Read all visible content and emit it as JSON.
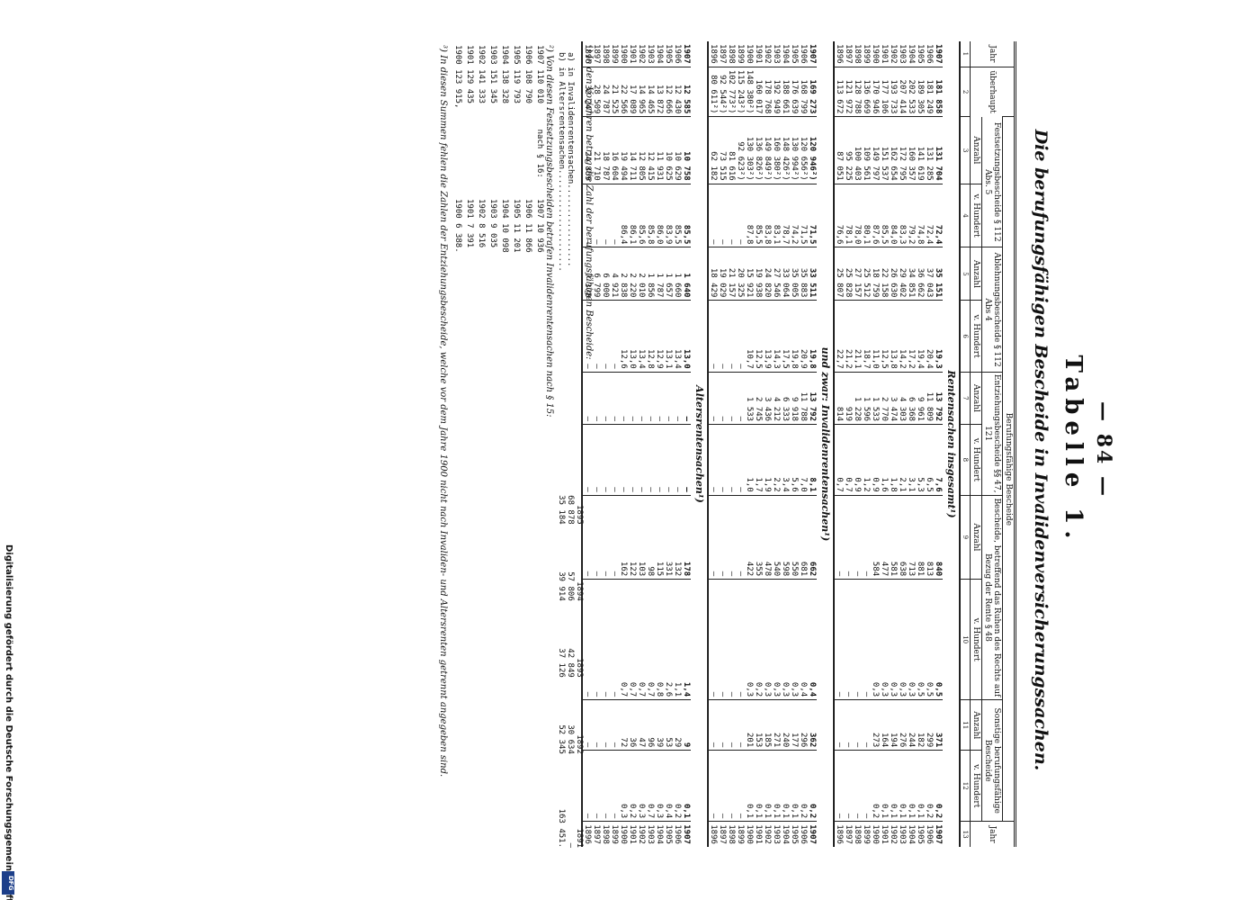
{
  "page_number": "— 84 —",
  "table_title": "Tabelle 1.",
  "subtitle": "Die berufungsfähigen Bescheide in Invalidenversicherungssachen.",
  "header": {
    "jahr": "Jahr",
    "ueberhaupt": "überhaupt",
    "berufungsfaehige": "Berufungsfähige Bescheide",
    "col3": "Festsetzungsbescheide § 112 Abs. 5",
    "col4": "Ablehnungsbescheide § 112 Abs 4",
    "col5": "Entziehungsbescheide §§ 47, 121",
    "col6": "Bescheide, betreffend das Ruhen des Rechts auf Bezug der Rente § 48",
    "col7": "Sonstige berufungsfähige Bescheide",
    "anzahl": "Anzahl",
    "vh": "v. Hundert",
    "nums": [
      "1",
      "2",
      "3",
      "4",
      "5",
      "6",
      "7",
      "8",
      "9",
      "10",
      "11",
      "12",
      "13"
    ]
  },
  "sections": {
    "s1": "Rentensachen insgesamt¹)",
    "s2": "und zwar: Invalidenrentensachen¹)",
    "s3": "Altersrentensachen¹)"
  },
  "rows_total": [
    [
      "1907",
      "181 858",
      "131 704",
      "72,4",
      "35 151",
      "19,3",
      "13 792",
      "7,6",
      "840",
      "0,5",
      "371",
      "0,2",
      "1907"
    ],
    [
      "1906",
      "181 249",
      "131 285",
      "72,4",
      "37 043",
      "20,4",
      "11 809",
      "6,5",
      "813",
      "0,5",
      "299",
      "0,2",
      "1906"
    ],
    [
      "1905",
      "189 305",
      "141 619",
      "74,8",
      "36 662",
      "19,4",
      "9 961",
      "5,3",
      "881",
      "0,5",
      "182",
      "0,1",
      "1905"
    ],
    [
      "1904",
      "202 533",
      "160 357",
      "79,2",
      "34 851",
      "17,2",
      "6 368",
      "3,1",
      "713",
      "0,3",
      "244",
      "0,1",
      "1904"
    ],
    [
      "1903",
      "207 414",
      "172 795",
      "83,3",
      "29 402",
      "14,2",
      "4 303",
      "2,1",
      "638",
      "0,3",
      "276",
      "0,1",
      "1903"
    ],
    [
      "1902",
      "193 733",
      "162 654",
      "84,0",
      "26 630",
      "13,8",
      "3 474",
      "1,8",
      "581",
      "0,3",
      "194",
      "0,1",
      "1902"
    ],
    [
      "1901",
      "177 106",
      "151 537",
      "85,5",
      "22 158",
      "12,5",
      "2 770",
      "1,6",
      "477",
      "0,3",
      "164",
      "0,1",
      "1901"
    ],
    [
      "1900",
      "170 946",
      "149 797",
      "87,6",
      "18 759",
      "11,0",
      "1 533",
      "0,9",
      "584",
      "0,3",
      "273",
      "0,2",
      "1900"
    ],
    [
      "1899",
      "136 669",
      "109 561",
      "80,1",
      "25 512",
      "18,7",
      "1 596",
      "1,2",
      "—",
      "—",
      "—",
      "—",
      "1899"
    ],
    [
      "1898",
      "128 788",
      "100 403",
      "78,0",
      "27 157",
      "21,1",
      "1 228",
      "0,9",
      "—",
      "—",
      "—",
      "—",
      "1898"
    ],
    [
      "1897",
      "121 972",
      "95 225",
      "78,1",
      "25 828",
      "21,2",
      "919",
      "0,7",
      "—",
      "—",
      "—",
      "—",
      "1897"
    ],
    [
      "1896",
      "113 672",
      "87 051",
      "76,6",
      "25 807",
      "22,7",
      "814",
      "0,7",
      "—",
      "—",
      "—",
      "—",
      "1896"
    ]
  ],
  "rows_invalid": [
    [
      "1907",
      "169 273",
      "120 946²)",
      "71,5",
      "33 511",
      "19,8",
      "13 792",
      "8,1",
      "662",
      "0,4",
      "362",
      "0,2",
      "1907"
    ],
    [
      "1906",
      "168 799",
      "120 656²)",
      "71,5",
      "35 883",
      "20,9",
      "11 788",
      "7,0",
      "681",
      "0,4",
      "296",
      "0,2",
      "1906"
    ],
    [
      "1905",
      "176 639",
      "130 994²)",
      "74,2",
      "35 005",
      "19,8",
      "9 918",
      "5,6",
      "550",
      "0,3",
      "177",
      "0,1",
      "1905"
    ],
    [
      "1904",
      "188 661",
      "148 426²)",
      "78,7",
      "33 064",
      "17,5",
      "6 333",
      "3,4",
      "598",
      "0,3",
      "240",
      "0,1",
      "1904"
    ],
    [
      "1903",
      "192 949",
      "160 380²)",
      "83,1",
      "27 546",
      "14,3",
      "4 212",
      "2,2",
      "540",
      "0,3",
      "271",
      "0,1",
      "1903"
    ],
    [
      "1902",
      "178 768",
      "149 849²)",
      "83,8",
      "24 820",
      "13,9",
      "3 436",
      "1,9",
      "478",
      "0,3",
      "185",
      "0,1",
      "1902"
    ],
    [
      "1901",
      "160 017",
      "136 826²)",
      "85,5",
      "19 938",
      "12,5",
      "2 745",
      "1,7",
      "355",
      "0,2",
      "153",
      "0,1",
      "1901"
    ],
    [
      "1900",
      "148 380²)",
      "130 303²)",
      "87,8",
      "15 921",
      "10,7",
      "1 533",
      "1,0",
      "422",
      "0,3",
      "201",
      "0,1",
      "1900"
    ],
    [
      "1899",
      "115 243²)",
      "92 623²)",
      "—",
      "20 325",
      "—",
      "—",
      "—",
      "—",
      "—",
      "—",
      "—",
      "1899"
    ],
    [
      "1898",
      "102 773²)",
      "81 616",
      "—",
      "21 157",
      "—",
      "—",
      "—",
      "—",
      "—",
      "—",
      "—",
      "1898"
    ],
    [
      "1897",
      "92 544²)",
      "73 515",
      "—",
      "19 029",
      "—",
      "—",
      "—",
      "—",
      "—",
      "—",
      "—",
      "1897"
    ],
    [
      "1896",
      "80 611²)",
      "62 182",
      "—",
      "18 429",
      "—",
      "—",
      "—",
      "—",
      "—",
      "—",
      "—",
      "1896"
    ]
  ],
  "rows_alters": [
    [
      "1907",
      "12 585",
      "10 758",
      "85,5",
      "1 640",
      "13,0",
      "—",
      "—",
      "178",
      "1,4",
      "9",
      "0,1",
      "1907"
    ],
    [
      "1906",
      "12 430",
      "10 629",
      "85,5",
      "1 660",
      "13,4",
      "—",
      "—",
      "132",
      "1,1",
      "29",
      "0,2",
      "1906"
    ],
    [
      "1905",
      "12 666",
      "10 625",
      "83,9",
      "1 657",
      "13,1",
      "—",
      "—",
      "331",
      "2,6",
      "53",
      "0,4",
      "1905"
    ],
    [
      "1904",
      "13 872",
      "11 931",
      "86,0",
      "1 787",
      "12,9",
      "—",
      "—",
      "115",
      "0,8",
      "39",
      "0,3",
      "1904"
    ],
    [
      "1903",
      "14 465",
      "12 415",
      "85,8",
      "1 856",
      "12,8",
      "—",
      "—",
      "98",
      "0,7",
      "96",
      "0,7",
      "1903"
    ],
    [
      "1902",
      "14 965",
      "12 805",
      "85,6",
      "2 010",
      "13,4",
      "—",
      "—",
      "103",
      "0,7",
      "47",
      "0,3",
      "1902"
    ],
    [
      "1901",
      "17 089",
      "14 711",
      "86,1",
      "2 220",
      "13,0",
      "—",
      "—",
      "122",
      "0,7",
      "36",
      "0,2",
      "1901"
    ],
    [
      "1900",
      "22 566",
      "19 494",
      "86,4",
      "2 838",
      "12,6",
      "—",
      "—",
      "162",
      "0,7",
      "72",
      "0,3",
      "1900"
    ],
    [
      "1899",
      "21 525",
      "16 604",
      "—",
      "4 921",
      "—",
      "—",
      "—",
      "—",
      "—",
      "—",
      "—",
      "1899"
    ],
    [
      "1898",
      "24 787",
      "18 787",
      "—",
      "6 000",
      "—",
      "—",
      "—",
      "—",
      "—",
      "—",
      "—",
      "1898"
    ],
    [
      "1897",
      "28 509",
      "21 710",
      "—",
      "6 799",
      "—",
      "—",
      "—",
      "—",
      "—",
      "—",
      "—",
      "1897"
    ],
    [
      "1896",
      "32 247",
      "24 869",
      "—",
      "7 378",
      "—",
      "—",
      "—",
      "—",
      "—",
      "—",
      "—",
      "1896"
    ]
  ],
  "footnote1": {
    "text": "¹) In den Vorjahren betrug die Zahl der berufungsfähigen Bescheide:",
    "years": [
      "1895",
      "1894",
      "1893",
      "1892",
      "1891"
    ],
    "row_a_label": "a) in Invalidenrentensachen.................",
    "row_a": [
      "68 878",
      "57 806",
      "42 849",
      "30 634",
      "—"
    ],
    "row_b_label": "b) in Altersrentensachen.....................",
    "row_b": [
      "35 184",
      "39 914",
      "37 126",
      "52 345",
      "163 451."
    ]
  },
  "footnote2": {
    "text": "²) Von diesen Festsetzungsbescheiden betrafen Invalidenrentensachen nach § 15:",
    "g15": [
      "1907 110 010",
      "1906 108 790",
      "1905 119 793",
      "1904 138 328",
      "1903 151 345",
      "1902 141 333",
      "1901 129 435",
      "1900 123 915,"
    ],
    "mid": "nach § 16:",
    "g16": [
      "1907 10 936",
      "1906 11 866",
      "1905 11 201",
      "1904 10 098",
      "1903 9 035",
      "1902 8 516",
      "1901 7 391",
      "1900 6 388."
    ]
  },
  "footnote3": "³) In diesen Summen fehlen die Zahlen der Entziehungsbescheide, welche vor dem Jahre 1900 nicht nach Invaliden- und Altersrenten getrennt angegeben sind.",
  "credit": "Digitalisierung gefördert durch die Deutsche Forschungsgemeinschaft",
  "logo_text": "DFG"
}
